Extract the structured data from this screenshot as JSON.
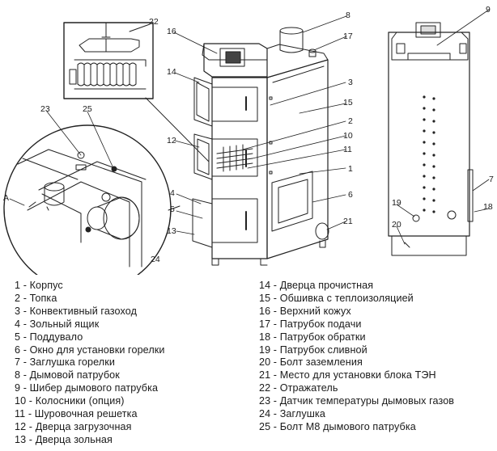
{
  "callouts": [
    {
      "num": "1"
    },
    {
      "num": "2"
    },
    {
      "num": "3"
    },
    {
      "num": "4"
    },
    {
      "num": "5"
    },
    {
      "num": "6"
    },
    {
      "num": "7"
    },
    {
      "num": "8"
    },
    {
      "num": "9"
    },
    {
      "num": "10"
    },
    {
      "num": "11"
    },
    {
      "num": "12"
    },
    {
      "num": "13"
    },
    {
      "num": "14"
    },
    {
      "num": "15"
    },
    {
      "num": "16"
    },
    {
      "num": "17"
    },
    {
      "num": "18"
    },
    {
      "num": "19"
    },
    {
      "num": "20"
    },
    {
      "num": "21"
    },
    {
      "num": "22"
    },
    {
      "num": "23"
    },
    {
      "num": "24"
    },
    {
      "num": "25"
    }
  ],
  "section_marker": "A",
  "legend": {
    "left": [
      "1 - Корпус",
      "2 - Топка",
      "3 - Конвективный газоход",
      "4 - Зольный ящик",
      "5 - Поддувало",
      "6 - Окно для установки горелки",
      "7 - Заглушка горелки",
      "8 - Дымовой патрубок",
      "9 - Шибер дымового патрубка",
      "10 - Колосники (опция)",
      "11 - Шуровочная решетка",
      "12 - Дверца загрузочная",
      "13 - Дверца зольная"
    ],
    "right": [
      "14 - Дверца прочистная",
      "15 - Обшивка с теплоизоляцией",
      "16 - Верхний кожух",
      "17 - Патрубок подачи",
      "18 - Патрубок обратки",
      "19 - Патрубок сливной",
      "20 - Болт заземления",
      "21 - Место для установки блока ТЭН",
      "22 - Отражатель",
      "23 - Датчик температуры дымовых газов",
      "24 - Заглушка",
      "25 - Болт М8 дымового патрубка"
    ]
  }
}
